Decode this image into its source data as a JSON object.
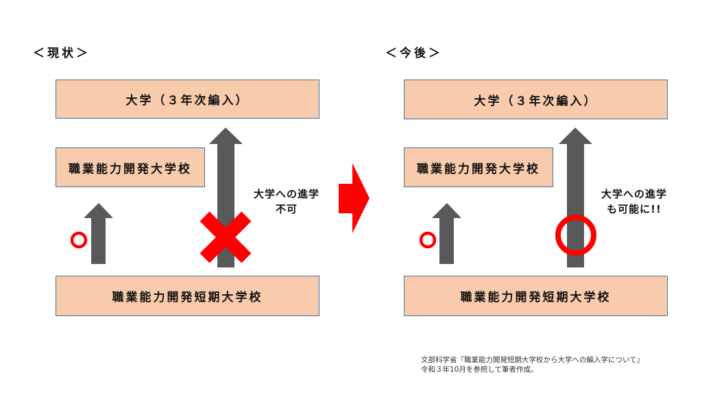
{
  "left": {
    "heading": "＜現状＞",
    "top_box": "大学（３年次編入）",
    "mid_box": "職業能力開発大学校",
    "bottom_box": "職業能力開発短期大学校",
    "note_line1": "大学への進学",
    "note_line2": "不可"
  },
  "right": {
    "heading": "＜今後＞",
    "top_box": "大学（３年次編入）",
    "mid_box": "職業能力開発大学校",
    "bottom_box": "職業能力開発短期大学校",
    "note_line1": "大学への進学",
    "note_line2": "も可能に!!"
  },
  "source": {
    "line1": "文部科学省『職業能力開発短期大学校から大学への編入学について』",
    "line2": "令和３年10月を参照して筆者作成。"
  },
  "colors": {
    "box_fill": "#f8cbad",
    "box_border": "#41719c",
    "arrow": "#595959",
    "mark_red": "#ff0000"
  },
  "icons": {
    "small_circle": "circle-mark-icon",
    "big_cross": "cross-mark-icon",
    "big_circle": "circle-mark-icon",
    "transition_arrow": "right-arrow-icon"
  }
}
